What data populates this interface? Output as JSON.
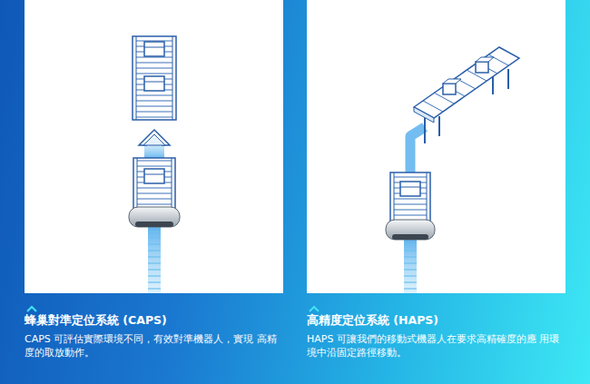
{
  "diagram": {
    "nodes": [
      {
        "text": [
          "蜂巢對準定位系統 (CAPS)",
          "CAPS 可評估實際環境不同，有效對準機器人，實現 高精度的取放動作。"
        ]
      },
      {
        "text": [
          "高精度定位系統 (HAPS)",
          "HAPS 可讓我們的移動式機器人在要求高精確度的應 用環境中沿固定路徑移動。"
        ]
      }
    ]
  }
}
